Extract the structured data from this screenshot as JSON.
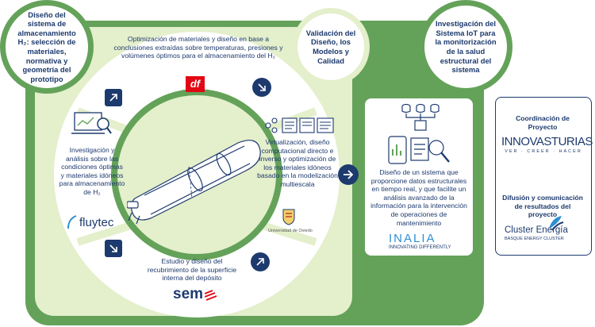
{
  "circles": {
    "design": "Diseño del sistema de almacenamiento H₂: selección de materiales, normativa y geometría del prototipo",
    "validation": "Validación del Diseño, los Modelos y Calidad",
    "iot": "Investigación del Sistema IoT para la monitorización de la salud estructural del sistema"
  },
  "sections": {
    "top": "Optimización de materiales y diseño en base a conclusiones extraídas sobre temperaturas, presiones y volúmenes óptimos para el almacenamiento del H₂",
    "left": "Investigación y análisis sobre las condiciones óptimas y materiales idóneos para almacenamiento de H₂",
    "right": "Virtualización, diseño computacional directo e inverso y optimización de los materiales idóneos basado en la modelización multiescala",
    "bottom": "Estudio y diseño del recubrimiento de la superficie interna del depósito",
    "iot_desc": "Diseño de un sistema que proporcione datos estructurales en tiempo real, y que facilite un análisis avanzado de la información para la intervención de operaciones de mantenimiento"
  },
  "logos": {
    "df": "df",
    "fluytec": "fluytec",
    "sem": "sem",
    "uniovi": "Universidad de Oviedo",
    "inalia": "INALIA",
    "inalia_tag": "INNOVATING DIFFERENTLY",
    "innova": "INNOVASTURIAS",
    "innova_tag": "VER · CREER · HACER",
    "cluster": "Cluster Energía",
    "cluster_tag": "BASQUE ENERGY CLUSTER"
  },
  "coord": {
    "title": "Coordinación de Proyecto",
    "diffusion": "Difusión y comunicación de resultados del proyecto"
  },
  "colors": {
    "green": "#64a25a",
    "light_green": "#e4efcb",
    "navy": "#1d3a6e",
    "red": "#e30613"
  }
}
